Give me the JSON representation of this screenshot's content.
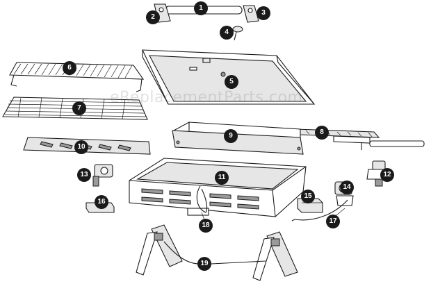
{
  "watermark": "eReplacementParts.com",
  "callouts": {
    "c1": "1",
    "c2": "2",
    "c3": "3",
    "c4": "4",
    "c5": "5",
    "c6": "6",
    "c7": "7",
    "c8": "8",
    "c9": "9",
    "c10": "10",
    "c11": "11",
    "c12": "12",
    "c13": "13",
    "c14": "14",
    "c15": "15",
    "c16": "16",
    "c17": "17",
    "c18": "18",
    "c19": "19"
  }
}
